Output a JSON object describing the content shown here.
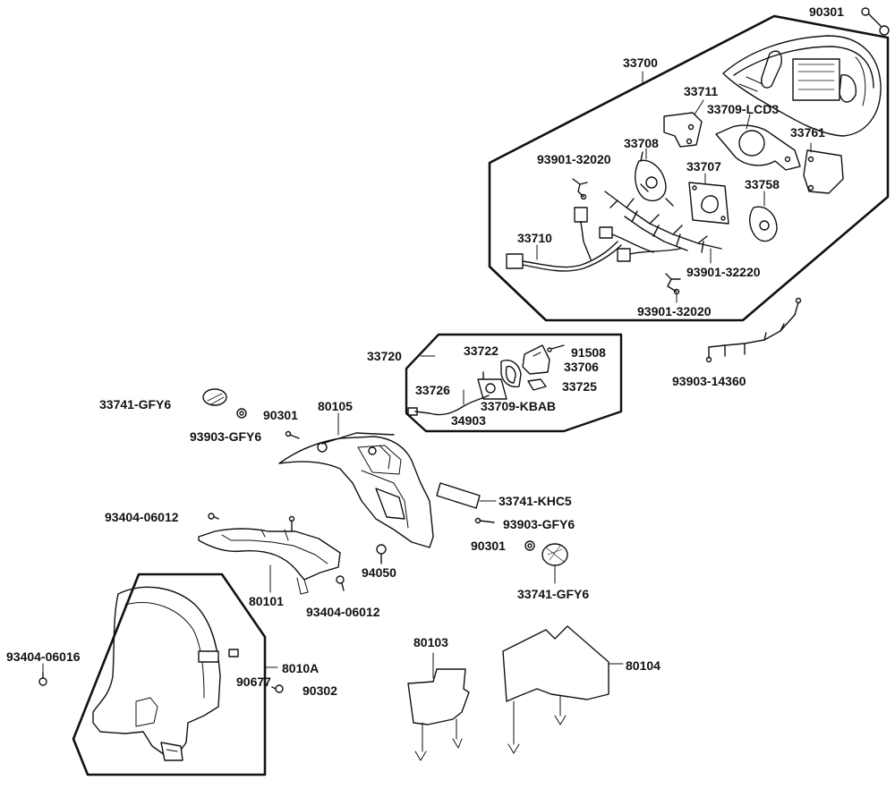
{
  "colors": {
    "ink": "#111111",
    "fill": "#ffffff",
    "shade": "#555555"
  },
  "labels": {
    "p90301_top": "90301",
    "p33700": "33700",
    "p33711": "33711",
    "p33709_lcd3": "33709-LCD3",
    "p33708": "33708",
    "p33761": "33761",
    "p93901_32020_a": "93901-32020",
    "p33707": "33707",
    "p33758": "33758",
    "p33710": "33710",
    "p93901_32220": "93901-32220",
    "p93901_32020_b": "93901-32020",
    "p93903_14360": "93903-14360",
    "p33720": "33720",
    "p33722": "33722",
    "p91508": "91508",
    "p33706": "33706",
    "p33726": "33726",
    "p33725": "33725",
    "p33709_kbab": "33709-KBAB",
    "p34903": "34903",
    "p33741_gfy6_a": "33741-GFY6",
    "p90301_mid": "90301",
    "p80105": "80105",
    "p93903_gfy6_a": "93903-GFY6",
    "p33741_khc5": "33741-KHC5",
    "p93903_gfy6_b": "93903-GFY6",
    "p93404_06012_a": "93404-06012",
    "p90301_low": "90301",
    "p94050": "94050",
    "p33741_gfy6_b": "33741-GFY6",
    "p80101": "80101",
    "p93404_06012_b": "93404-06012",
    "p93404_06016": "93404-06016",
    "p8010a": "8010A",
    "p80103": "80103",
    "p80104": "80104",
    "p90677": "90677",
    "p90302": "90302"
  }
}
